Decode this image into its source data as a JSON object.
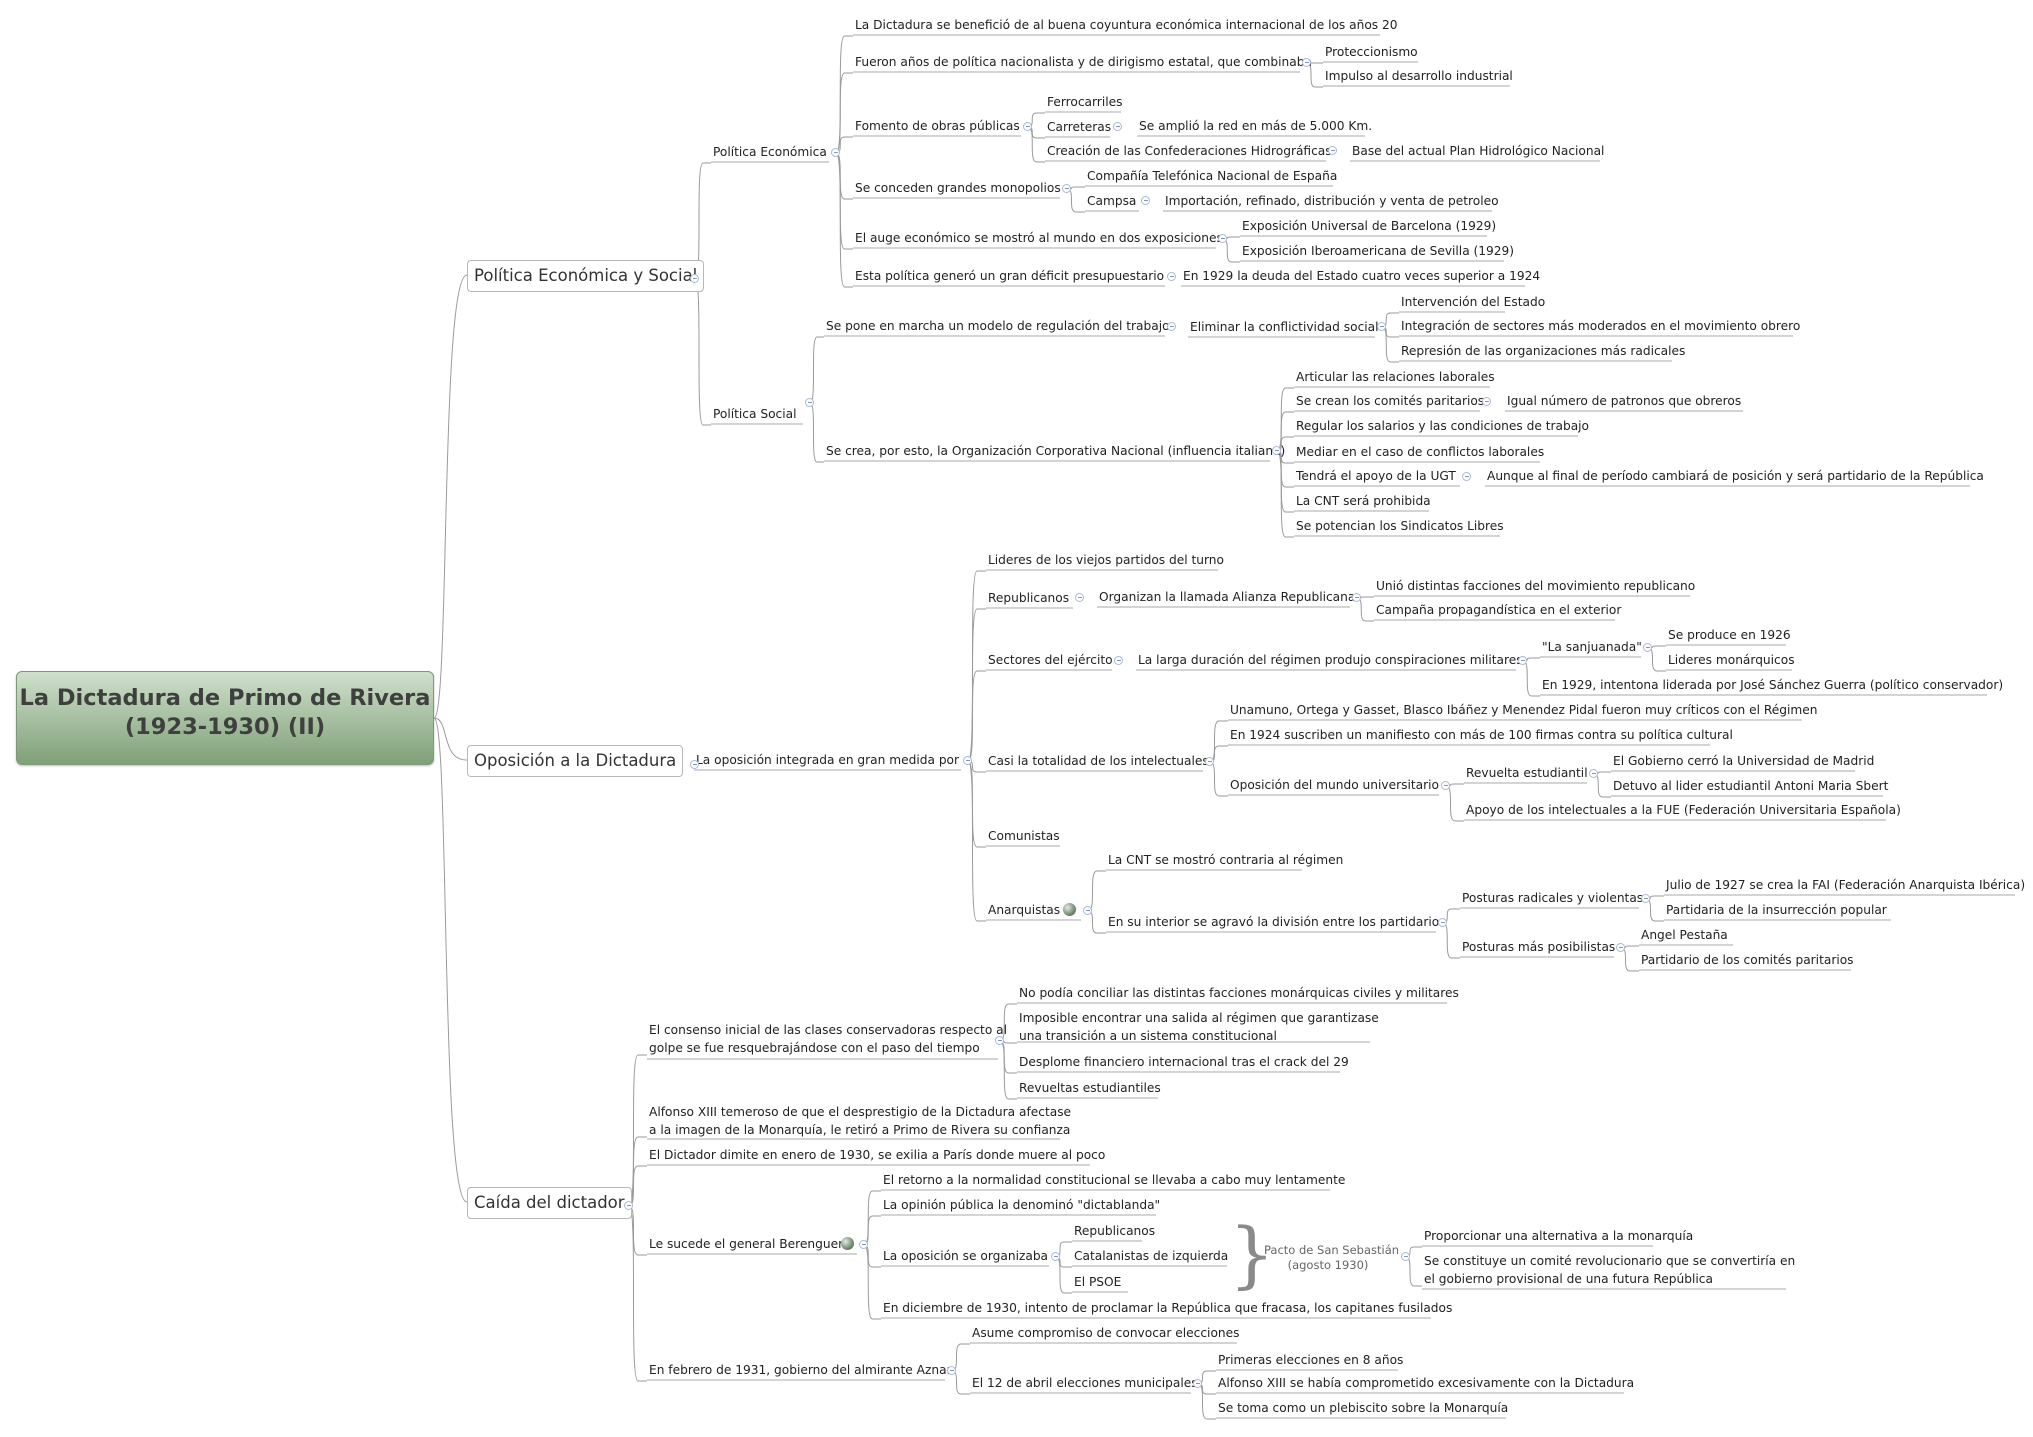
{
  "root": {
    "line1": "La Dictadura de Primo de Rivera",
    "line2": "(1923-1930) (II)"
  },
  "branches": {
    "econ_social": "Política Económica y Social",
    "oposicion": "Oposición a la Dictadura",
    "caida": "Caída del dictador"
  },
  "econ": {
    "title": "Política Económica",
    "coyuntura": "La Dictadura se benefició de al buena coyuntura económica internacional de los años 20",
    "nacionalista": "Fueron años de política nacionalista y de dirigismo estatal, que combinaba",
    "proteccionismo": "Proteccionismo",
    "impulso": "Impulso al desarrollo industrial",
    "obras": "Fomento de obras públicas",
    "ferrocarriles": "Ferrocarriles",
    "carreteras": "Carreteras",
    "red": "Se amplió la red en más de 5.000 Km.",
    "confederaciones": "Creación de las Confederaciones Hidrográficas",
    "plan": "Base del actual Plan Hidrológico Nacional",
    "monopolios": "Se conceden grandes monopolios",
    "telefonica": "Compañía Telefónica Nacional de España",
    "campsa": "Campsa",
    "importacion": "Importación, refinado, distribución y venta de petroleo",
    "auge": "El auge económico se mostró al mundo en dos exposiciones",
    "expo_bcn": "Exposición Universal de Barcelona (1929)",
    "expo_sev": "Exposición Iberoamericana de Sevilla (1929)",
    "deficit": "Esta política generó un gran déficit presupuestario",
    "deuda": "En 1929 la deuda del Estado cuatro veces superior a 1924"
  },
  "social": {
    "title": "Política Social",
    "modelo": "Se pone en marcha un modelo de regulación del trabajo",
    "eliminar": "Eliminar la conflictividad social",
    "intervencion": "Intervención del Estado",
    "integracion": "Integración de sectores más moderados en el movimiento obrero",
    "represion": "Represión de las organizaciones más radicales",
    "organizacion": "Se crea, por esto, la Organización Corporativa Nacional (influencia italiana)",
    "articular": "Articular las relaciones laborales",
    "comites": "Se crean los comités paritarios",
    "igual": "Igual número de patronos que obreros",
    "regular": "Regular los salarios y las condiciones de trabajo",
    "mediar": "Mediar en el caso de conflictos laborales",
    "ugt": "Tendrá el apoyo de la UGT",
    "ugt_final": "Aunque al final de período cambiará de posición y será partidario de la República",
    "cnt": "La CNT será prohibida",
    "sindicatos": "Se potencian los Sindicatos Libres"
  },
  "opos": {
    "integrada": "La oposición integrada en gran medida por",
    "lideres": "Lideres de los viejos partidos del turno",
    "republicanos": "Republicanos",
    "alianza": "Organizan la llamada Alianza Republicana",
    "unio": "Unió distintas facciones del movimiento republicano",
    "campana": "Campaña propagandística en el exterior",
    "ejercito": "Sectores del ejército",
    "larga": "La larga duración del régimen produjo conspiraciones militares",
    "sanjuanada": "\"La sanjuanada\"",
    "produce": "Se produce en 1926",
    "monarquicos": "Lideres monárquicos",
    "intentona": "En 1929, intentona liderada por José Sánchez Guerra (político conservador)",
    "intelectuales": "Casi la totalidad de los intelectuales",
    "unamuno": "Unamuno, Ortega y Gasset, Blasco Ibáñez y Menendez Pidal fueron muy críticos con el Régimen",
    "manifiesto": "En 1924 suscriben un manifiesto con más de 100 firmas contra su política cultural",
    "universitario": "Oposición del mundo universitario",
    "revuelta": "Revuelta estudiantil",
    "cerro": "El Gobierno cerró la Universidad de Madrid",
    "sbert": "Detuvo al lider estudiantil Antoni Maria Sbert",
    "fue": "Apoyo de los intelectuales a la FUE (Federación Universitaria Española)",
    "comunistas": "Comunistas",
    "anarquistas": "Anarquistas",
    "cnt_contraria": "La CNT se mostró contraria al régimen",
    "division": "En su interior se agravó la división entre los partidarios",
    "radicales": "Posturas radicales y violentas",
    "fai": "Julio de 1927 se crea la FAI (Federación Anarquista Ibérica)",
    "insurreccion": "Partidaria de la insurrección popular",
    "posibilistas": "Posturas más posibilistas",
    "pestana": "Angel Pestaña",
    "paritarios": "Partidario de los comités paritarios"
  },
  "caida": {
    "consenso_1": "El consenso inicial de las clases conservadoras respecto al",
    "consenso_2": "golpe se fue resquebrajándose con el paso del tiempo",
    "conciliar": "No podía conciliar las distintas facciones monárquicas civiles y militares",
    "salida_1": "Imposible encontrar una salida al régimen que garantizase",
    "salida_2": "una transición a un sistema constitucional",
    "desplome": "Desplome financiero internacional tras el crack del 29",
    "revueltas": "Revueltas estudiantiles",
    "alfonso_1": "Alfonso XIII temeroso de que el desprestigio de la Dictadura afectase",
    "alfonso_2": "a la imagen de la Monarquía, le retiró a Primo de Rivera su confianza",
    "dimite": "El Dictador dimite en enero de 1930, se exilia a París donde muere al poco",
    "berenguer": "Le sucede el general Berenguer",
    "retorno": "El retorno a la normalidad constitucional se llevaba a cabo muy lentamente",
    "dictablanda": "La opinión pública la denominó \"dictablanda\"",
    "organiza": "La oposición se organizaba",
    "republicanos": "Republicanos",
    "catalanistas": "Catalanistas de izquierda",
    "psoe": "El PSOE",
    "pacto_1": "Pacto de San Sebastián",
    "pacto_2": "(agosto 1930)",
    "alternativa": "Proporcionar una alternativa a la monarquía",
    "comite_1": "Se constituye un comité revolucionario que se convertiría en",
    "comite_2": "el gobierno provisional de una futura República",
    "diciembre": "En diciembre de 1930, intento de proclamar la República que fracasa, los capitanes fusilados",
    "aznar": "En febrero de 1931, gobierno del almirante Aznar",
    "asume": "Asume compromiso de convocar elecciones",
    "abril": "El 12 de abril elecciones municipales",
    "primeras": "Primeras elecciones en 8 años",
    "comprometido": "Alfonso XIII se había comprometido excesivamente con la Dictadura",
    "plebiscito": "Se toma como un plebiscito sobre la Monarquía"
  }
}
